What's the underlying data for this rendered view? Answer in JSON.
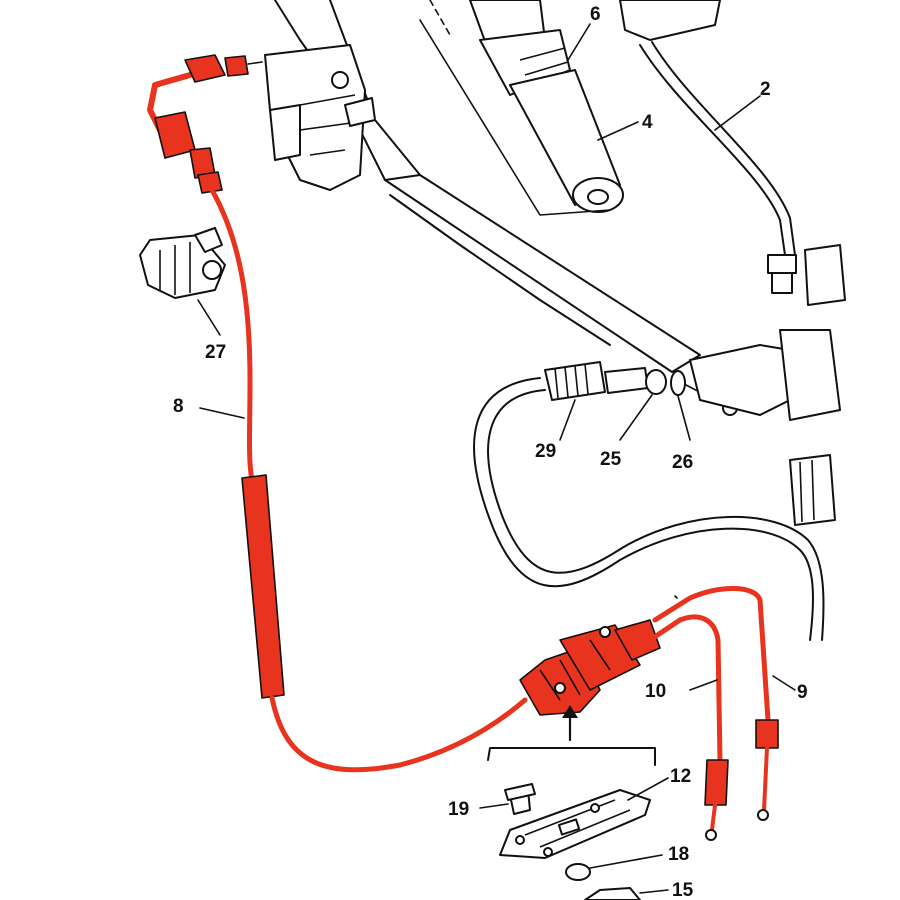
{
  "colors": {
    "highlight": "#e8331f",
    "line": "#111111",
    "background": "#ffffff"
  },
  "callouts": [
    {
      "id": "6",
      "label": "6"
    },
    {
      "id": "2",
      "label": "2"
    },
    {
      "id": "4",
      "label": "4"
    },
    {
      "id": "27",
      "label": "27"
    },
    {
      "id": "8",
      "label": "8"
    },
    {
      "id": "29",
      "label": "29"
    },
    {
      "id": "25",
      "label": "25"
    },
    {
      "id": "26",
      "label": "26"
    },
    {
      "id": "10",
      "label": "10"
    },
    {
      "id": "9",
      "label": "9"
    },
    {
      "id": "12",
      "label": "12"
    },
    {
      "id": "19",
      "label": "19"
    },
    {
      "id": "18",
      "label": "18"
    },
    {
      "id": "15",
      "label": "15"
    }
  ]
}
